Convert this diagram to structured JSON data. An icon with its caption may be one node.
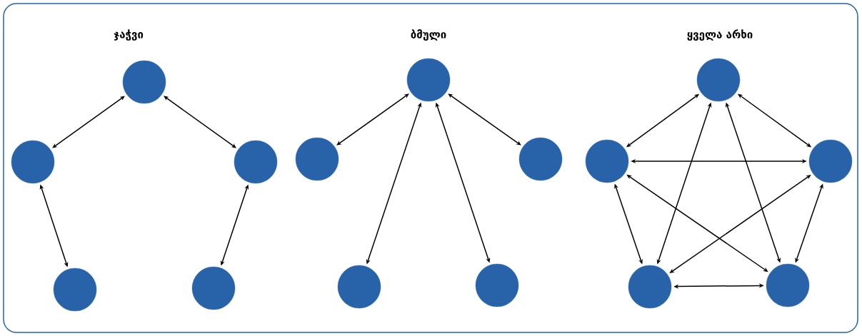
{
  "diagram": {
    "nodes": [
      {
        "text": [],
        "shape": "circle"
      },
      {
        "text": [],
        "shape": "circle"
      },
      {
        "text": [],
        "shape": "circle"
      },
      {
        "text": [],
        "shape": "circle"
      },
      {
        "text": [],
        "shape": "circle"
      },
      {
        "text": [],
        "shape": "circle"
      },
      {
        "text": [],
        "shape": "circle"
      },
      {
        "text": [],
        "shape": "circle"
      },
      {
        "text": [],
        "shape": "circle"
      },
      {
        "text": [],
        "shape": "circle"
      },
      {
        "text": [],
        "shape": "circle"
      },
      {
        "text": [],
        "shape": "circle"
      },
      {
        "text": [],
        "shape": "circle"
      },
      {
        "text": [],
        "shape": "circle"
      },
      {
        "text": [],
        "shape": "circle"
      }
    ],
    "edges": [
      {
        "from": 0,
        "to": 1,
        "arrow": "both"
      },
      {
        "from": 0,
        "to": 2,
        "arrow": "both"
      },
      {
        "from": 1,
        "to": 3,
        "arrow": "both"
      },
      {
        "from": 2,
        "to": 4,
        "arrow": "both"
      },
      {
        "from": 5,
        "to": 6,
        "arrow": "both"
      },
      {
        "from": 5,
        "to": 7,
        "arrow": "both"
      },
      {
        "from": 5,
        "to": 8,
        "arrow": "both"
      },
      {
        "from": 5,
        "to": 9,
        "arrow": "both"
      },
      {
        "from": 10,
        "to": 11,
        "arrow": "both"
      },
      {
        "from": 10,
        "to": 12,
        "arrow": "both"
      },
      {
        "from": 10,
        "to": 13,
        "arrow": "both"
      },
      {
        "from": 10,
        "to": 14,
        "arrow": "both"
      },
      {
        "from": 11,
        "to": 12,
        "arrow": "both"
      },
      {
        "from": 11,
        "to": 13,
        "arrow": "both"
      },
      {
        "from": 11,
        "to": 14,
        "arrow": "both"
      },
      {
        "from": 12,
        "to": 13,
        "arrow": "both"
      },
      {
        "from": 12,
        "to": 14,
        "arrow": "both"
      },
      {
        "from": 13,
        "to": 14,
        "arrow": "both"
      }
    ],
    "labels": [
      "ჯაჭვი",
      "ბმული",
      "ყველა არხი"
    ]
  }
}
